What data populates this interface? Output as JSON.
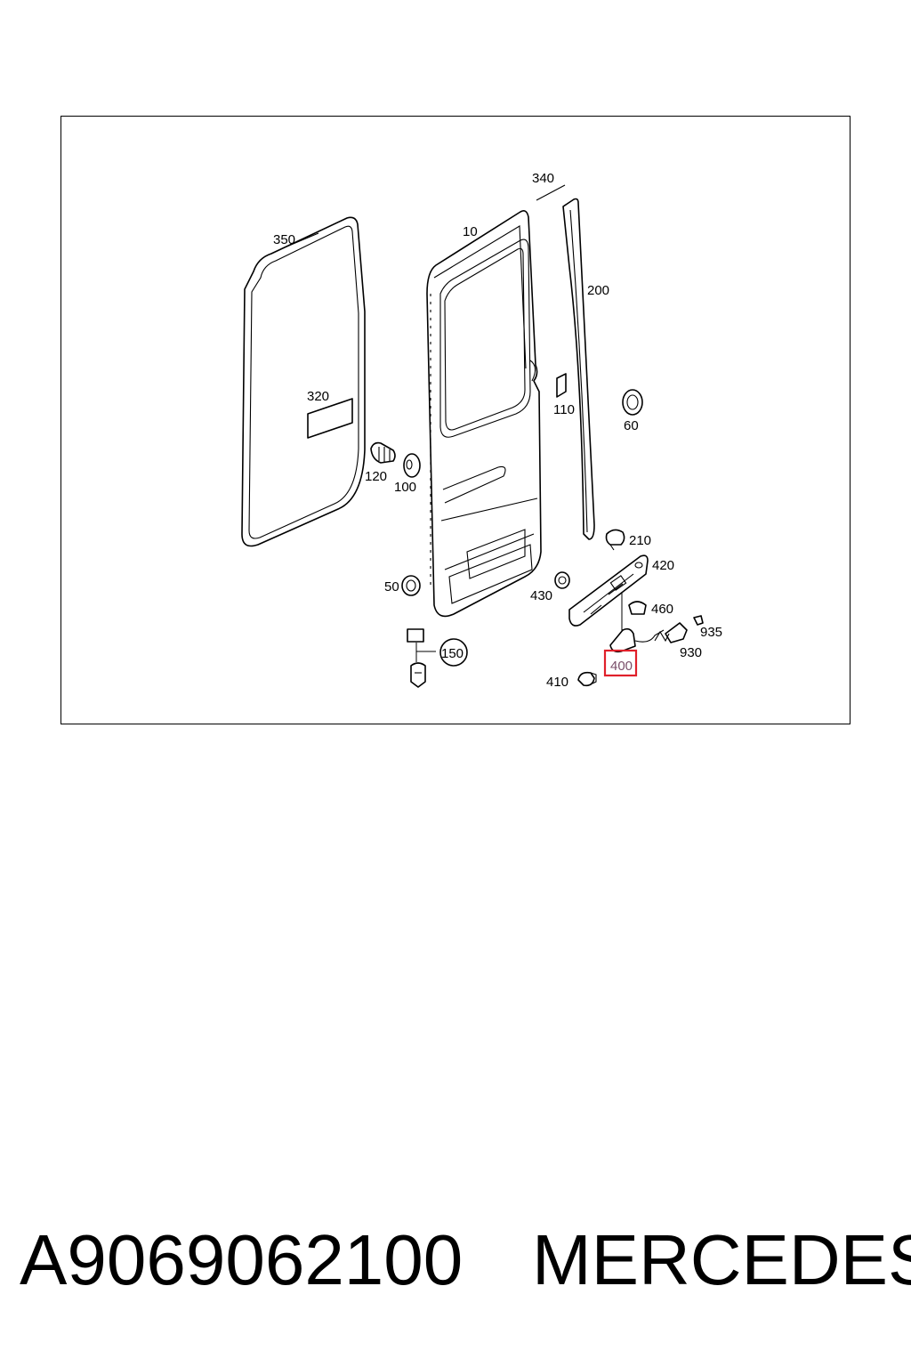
{
  "diagram": {
    "labels": {
      "l10": "10",
      "l50": "50",
      "l60": "60",
      "l100": "100",
      "l110": "110",
      "l120": "120",
      "l150": "150",
      "l200": "200",
      "l210": "210",
      "l320": "320",
      "l340": "340",
      "l350": "350",
      "l400": "400",
      "l410": "410",
      "l420": "420",
      "l430": "430",
      "l460": "460",
      "l930": "930",
      "l935": "935"
    },
    "highlight_color": "#e0202a"
  },
  "footer": {
    "part_number": "A9069062100",
    "brand": "MERCEDES"
  }
}
